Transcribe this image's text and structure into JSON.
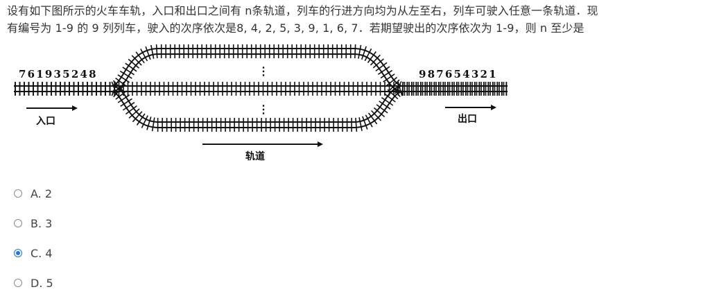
{
  "question": {
    "line1": "设有如下图所示的火车车轨，入口和出口之间有 n条轨道，列车的行进方向均为从左至右，列车可驶入任意一条轨道．现",
    "line2": "有编号为 1-9 的 9 列列车，驶入的次序依次是8, 4, 2, 5, 3, 9, 1, 6, 7．若期望驶出的次序依次为 1-9，则 n 至少是"
  },
  "figure": {
    "entry_sequence": "761935248",
    "exit_sequence": "987654321",
    "entry_label": "入口",
    "exit_label": "出口",
    "track_label": "轨道",
    "dots_top": "⋮",
    "dots_bottom": "⋮"
  },
  "options": [
    {
      "letter": "A.",
      "value": "2",
      "selected": false
    },
    {
      "letter": "B.",
      "value": "3",
      "selected": false
    },
    {
      "letter": "C.",
      "value": "4",
      "selected": true
    },
    {
      "letter": "D.",
      "value": "5",
      "selected": false
    }
  ],
  "colors": {
    "text": "#333333",
    "accent": "#1a73e8",
    "track": "#111111"
  }
}
